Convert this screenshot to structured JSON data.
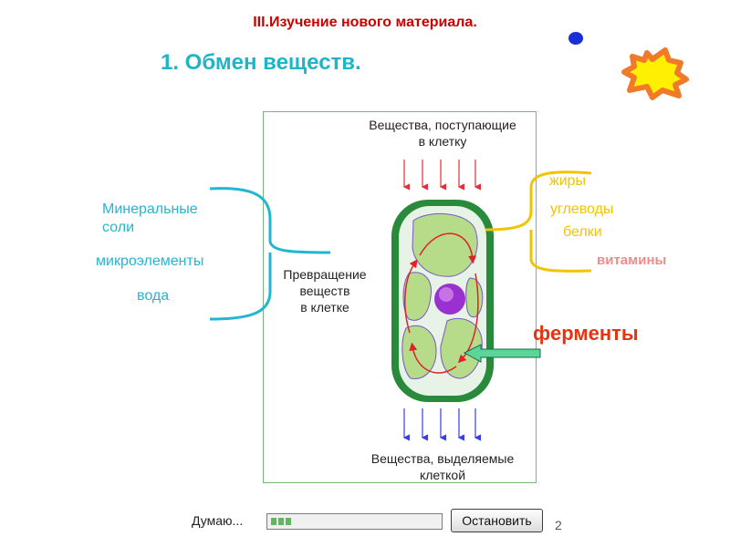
{
  "header": {
    "title": "III.Изучение нового материала.",
    "subtitle": "1. Обмен веществ."
  },
  "diagram": {
    "incoming_label": "Вещества, поступающие\nв клетку",
    "transform_label": "Превращение\nвеществ\nв клетке",
    "outgoing_label": "Вещества, выделяемые\nклеткой",
    "left_items": {
      "mineral_salts": "Минеральные\nсоли",
      "microelements": "микроэлементы",
      "water": "вода"
    },
    "right_items": {
      "fats": "жиры",
      "carbohydrates": "углеводы",
      "proteins": "белки",
      "vitamins": "витамины"
    },
    "enzymes": "ферменты"
  },
  "status_bar": {
    "thinking_label": "Думаю...",
    "progress_segments": 3,
    "stop_button": "Остановить"
  },
  "page_number": "2",
  "colors": {
    "title_red": "#cc0000",
    "subtitle_cyan": "#1fb5c7",
    "left_label_cyan": "#22b6d2",
    "right_label_gold": "#f2c400",
    "vitamins_pink": "#ee8c8c",
    "enzymes_red": "#e63312",
    "cell_wall_green": "#1e8c3c",
    "nucleus_purple": "#9b30d0"
  }
}
